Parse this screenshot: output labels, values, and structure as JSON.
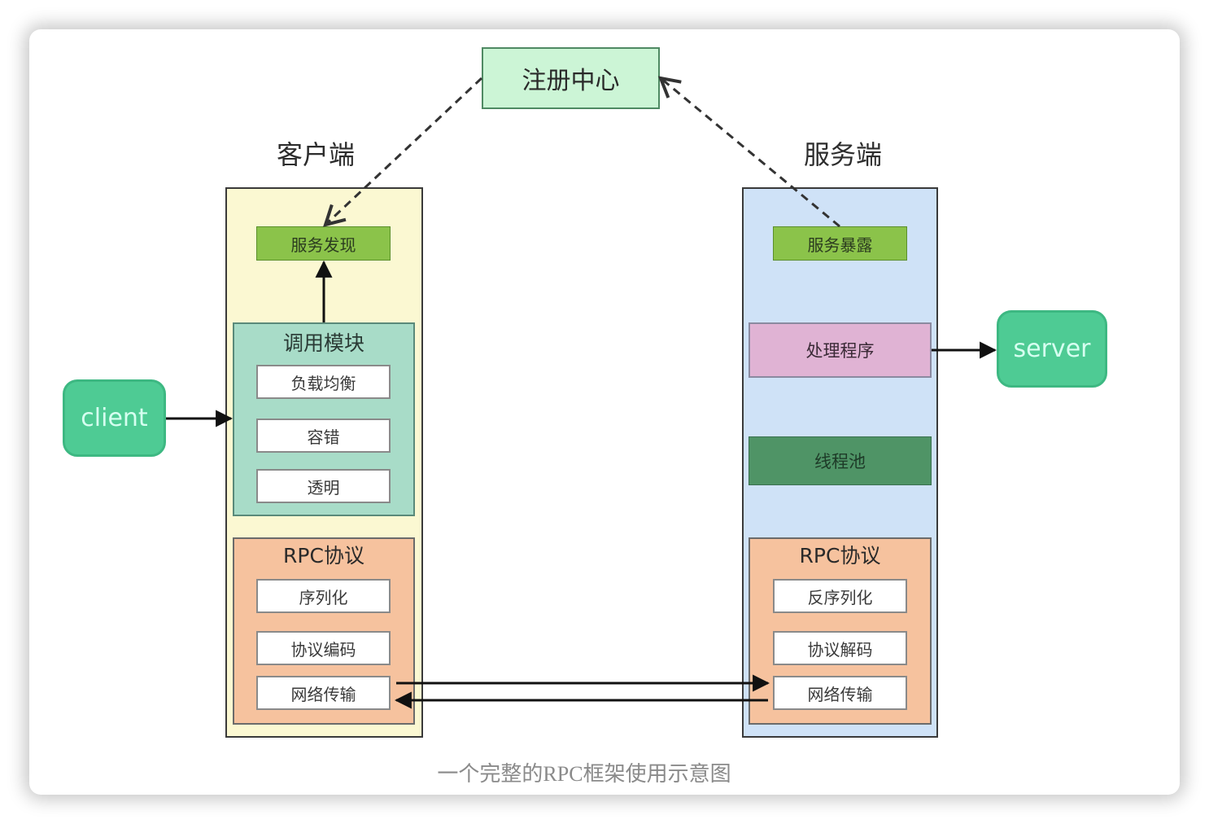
{
  "diagram": {
    "registry_label": "注册中心",
    "client_side": {
      "title": "客户端",
      "service_discovery": "服务发现",
      "invoke_module": {
        "title": "调用模块",
        "items": [
          "负载均衡",
          "容错",
          "透明"
        ]
      },
      "rpc_protocol": {
        "title": "RPC协议",
        "items": [
          "序列化",
          "协议编码",
          "网络传输"
        ]
      }
    },
    "server_side": {
      "title": "服务端",
      "service_exposure": "服务暴露",
      "handler": "处理程序",
      "thread_pool": "线程池",
      "rpc_protocol": {
        "title": "RPC协议",
        "items": [
          "反序列化",
          "协议解码",
          "网络传输"
        ]
      }
    },
    "client_label": "client",
    "server_label": "server",
    "caption": "一个完整的RPC框架使用示意图"
  },
  "colors": {
    "registry_fill": "#ccf5d6",
    "client_panel": "#fbf8d2",
    "server_panel": "#cfe2f7",
    "discovery_fill": "#8bc34a",
    "module_fill": "#a8dcc8",
    "protocol_fill": "#f6c29e",
    "handler_fill": "#e0b3d4",
    "threadpool_fill": "#4f9466",
    "endpoint_fill": "#4ecb94"
  }
}
